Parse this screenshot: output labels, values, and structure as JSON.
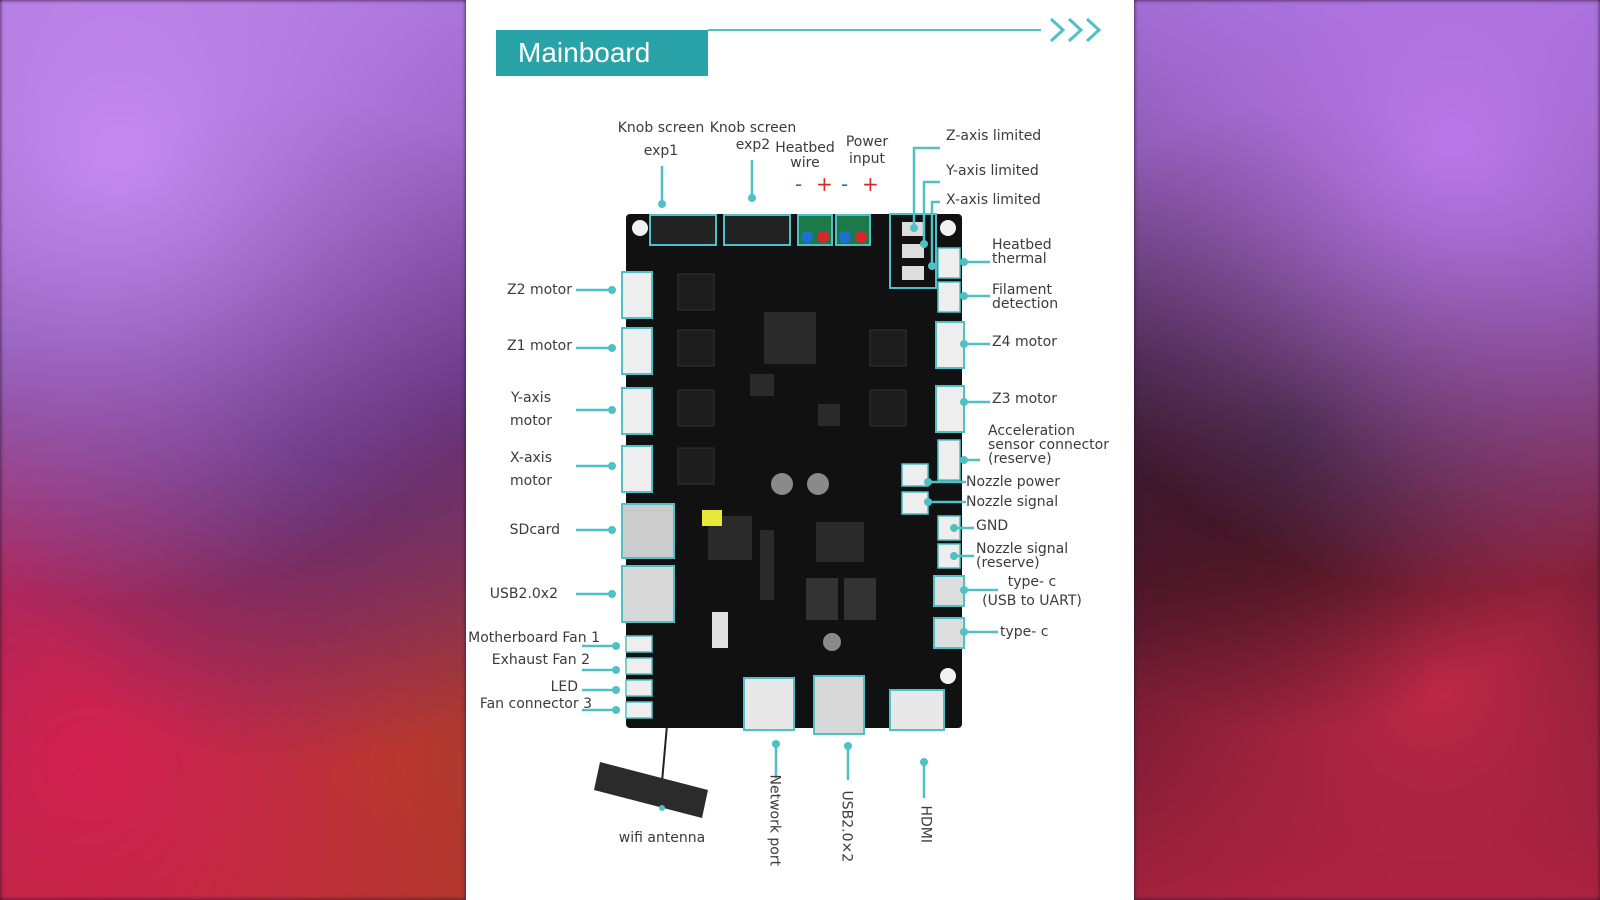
{
  "title": "Mainboard",
  "colors": {
    "accent": "#2aa3a8",
    "line": "#4fc1c4",
    "board": "#111111",
    "text": "#3b3b3b",
    "polarity_red": "#d62828",
    "polarity_blue": "#1e6fd0"
  },
  "icons": {
    "header_arrows": "triple-chevron-right-icon"
  },
  "labels": {
    "knob_exp1": [
      "Knob screen",
      "exp1"
    ],
    "knob_exp2": [
      "Knob screen",
      "exp2"
    ],
    "heatbed_wire": [
      "Heatbed",
      "wire"
    ],
    "power_input": [
      "Power",
      "input"
    ],
    "polarity": [
      "-",
      "+",
      "-",
      "+"
    ],
    "z_limit": "Z-axis limited",
    "y_limit": "Y-axis limited",
    "x_limit": "X-axis limited",
    "heatbed_thermal": [
      "Heatbed",
      "thermal"
    ],
    "filament_detection": [
      "Filament",
      "detection"
    ],
    "z4_motor": "Z4 motor",
    "z3_motor": "Z3 motor",
    "accel_sensor": [
      "Acceleration",
      "sensor connector",
      "(reserve)"
    ],
    "nozzle_power": "Nozzle power",
    "nozzle_signal": "Nozzle signal",
    "gnd": "GND",
    "nozzle_signal_reserve": [
      "Nozzle signal",
      "(reserve)"
    ],
    "typec_uart": [
      "type- c",
      "(USB to UART)"
    ],
    "typec": "type- c",
    "z2_motor": "Z2 motor",
    "z1_motor": "Z1 motor",
    "y_motor": [
      "Y-axis",
      "motor"
    ],
    "x_motor": [
      "X-axis",
      "motor"
    ],
    "sdcard": "SDcard",
    "usb_left": "USB2.0x2",
    "mb_fan1": "Motherboard Fan 1",
    "exhaust_fan2": "Exhaust  Fan 2",
    "led": "LED",
    "fan_conn3": "Fan connector 3",
    "wifi_antenna": "wifi antenna",
    "network_port": "Network port",
    "usb_bottom": "USB2.0×2",
    "hdmi": "HDMI"
  }
}
